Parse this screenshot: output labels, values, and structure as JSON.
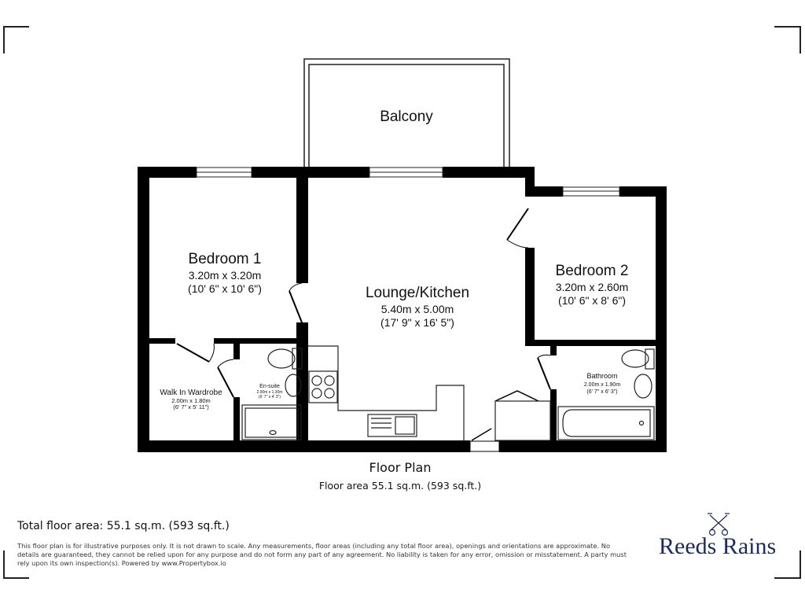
{
  "rooms": {
    "balcony": {
      "name": "Balcony"
    },
    "bedroom1": {
      "name": "Bedroom 1",
      "metric": "3.20m x 3.20m",
      "imperial": "(10' 6\" x 10' 6\")"
    },
    "lounge": {
      "name": "Lounge/Kitchen",
      "metric": "5.40m x 5.00m",
      "imperial": "(17' 9\" x 16' 5\")"
    },
    "bedroom2": {
      "name": "Bedroom 2",
      "metric": "3.20m x 2.60m",
      "imperial": "(10' 6\" x 8' 6\")"
    },
    "wardrobe": {
      "name": "Walk In Wardrobe",
      "metric": "2.00m x 1.80m",
      "imperial": "(6' 7\" x 5' 11\")"
    },
    "ensuite": {
      "name": "En-suite",
      "metric": "2.00m x 1.30m",
      "imperial": "(6' 7\" x 4' 3\")"
    },
    "bathroom": {
      "name": "Bathroom",
      "metric": "2.00m x 1.90m",
      "imperial": "(6' 7\" x 6' 3\")"
    }
  },
  "plan": {
    "title": "Floor Plan",
    "area": "Floor area 55.1 sq.m. (593 sq.ft.)"
  },
  "footer": {
    "total": "Total floor area: 55.1 sq.m. (593 sq.ft.)",
    "disclaimer": "This floor plan is for illustrative purposes only. It is not drawn to scale. Any measurements, floor areas (including any total floor area), openings and orientations are approximate. No details are guaranteed, they cannot be relied upon for any purpose and do not form any part of any agreement. No liability is taken for any error, omission or misstatement. A party must rely upon its own inspection(s). Powered by www.Propertybox.io",
    "brand": "Reeds Rains",
    "brand_color": "#1d2a5c"
  }
}
